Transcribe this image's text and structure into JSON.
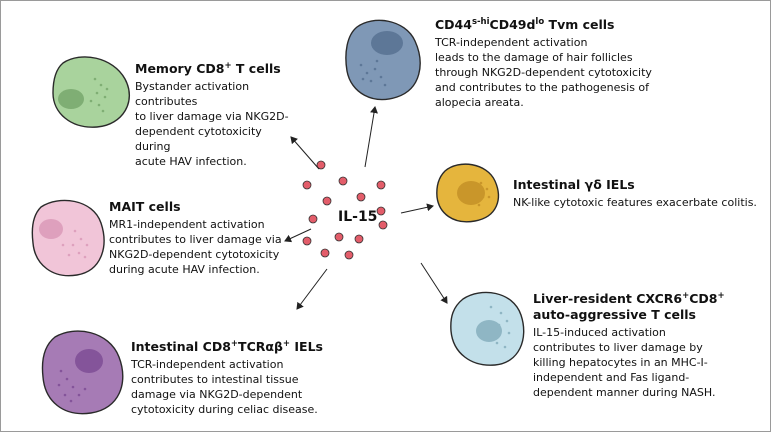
{
  "center_label": "IL-15",
  "cells": [
    {
      "id": "memory-cd8",
      "title_parts": [
        {
          "t": "Memory CD8",
          "sup": false
        },
        {
          "t": "+",
          "sup": true
        },
        {
          "t": " T cells",
          "sup": false
        }
      ],
      "description": "Bystander activation contributes\nto liver damage via NKG2D-\ndependent cytotoxicity during\nacute HAV infection.",
      "fill": "#a9d39d",
      "nucleus": "#7fae74",
      "outline": "#2a2a2a"
    },
    {
      "id": "cd44-tvm",
      "title_parts": [
        {
          "t": "CD44",
          "sup": false
        },
        {
          "t": "s-hi",
          "sup": true
        },
        {
          "t": "CD49d",
          "sup": false
        },
        {
          "t": "lo",
          "sup": true
        },
        {
          "t": " Tvm cells",
          "sup": false
        }
      ],
      "description": "TCR-independent activation\nleads to the damage of hair follicles\nthrough NKG2D-dependent cytotoxicity\nand contributes to the pathogenesis of\nalopecia areata.",
      "fill": "#7f98b6",
      "nucleus": "#5d7797",
      "outline": "#2a2a2a"
    },
    {
      "id": "intestinal-gd",
      "title_parts": [
        {
          "t": "Intestinal γδ IELs",
          "sup": false
        }
      ],
      "description": "NK-like cytotoxic features exacerbate colitis.",
      "fill": "#e5b53d",
      "nucleus": "#c9962a",
      "outline": "#2a2a2a"
    },
    {
      "id": "mait",
      "title_parts": [
        {
          "t": "MAIT cells",
          "sup": false
        }
      ],
      "description": "MR1-independent activation\ncontributes to liver damage via\nNKG2D-dependent cytotoxicity\nduring acute HAV infection.",
      "fill": "#f1c5d8",
      "nucleus": "#dea0bd",
      "outline": "#2a2a2a"
    },
    {
      "id": "intestinal-cd8",
      "title_parts": [
        {
          "t": "Intestinal CD8",
          "sup": false
        },
        {
          "t": "+",
          "sup": true
        },
        {
          "t": "TCRαβ",
          "sup": false
        },
        {
          "t": "+",
          "sup": true
        },
        {
          "t": " IELs",
          "sup": false
        }
      ],
      "description": "TCR-independent activation\ncontributes to intestinal tissue\ndamage via NKG2D-dependent\ncytotoxicity during celiac disease.",
      "fill": "#a67bb5",
      "nucleus": "#84549a",
      "outline": "#2a2a2a"
    },
    {
      "id": "liver-cxcr6",
      "title_parts": [
        {
          "t": "Liver-resident CXCR6",
          "sup": false
        },
        {
          "t": "+",
          "sup": true
        },
        {
          "t": "CD8",
          "sup": false
        },
        {
          "t": "+",
          "sup": true
        },
        {
          "t": "\nauto-aggressive T cells",
          "sup": false
        }
      ],
      "description": "IL-15-induced activation\ncontributes to liver damage by\nkilling hepatocytes in an MHC-I-\nindependent and Fas ligand-\ndependent manner during NASH.",
      "fill": "#c3e0ea",
      "nucleus": "#8fb6c4",
      "outline": "#2a2a2a"
    }
  ],
  "colors": {
    "dot_fill": "#e35d6a",
    "dot_stroke": "#333333",
    "arrow": "#222222",
    "frame": "#9a9a9a"
  }
}
